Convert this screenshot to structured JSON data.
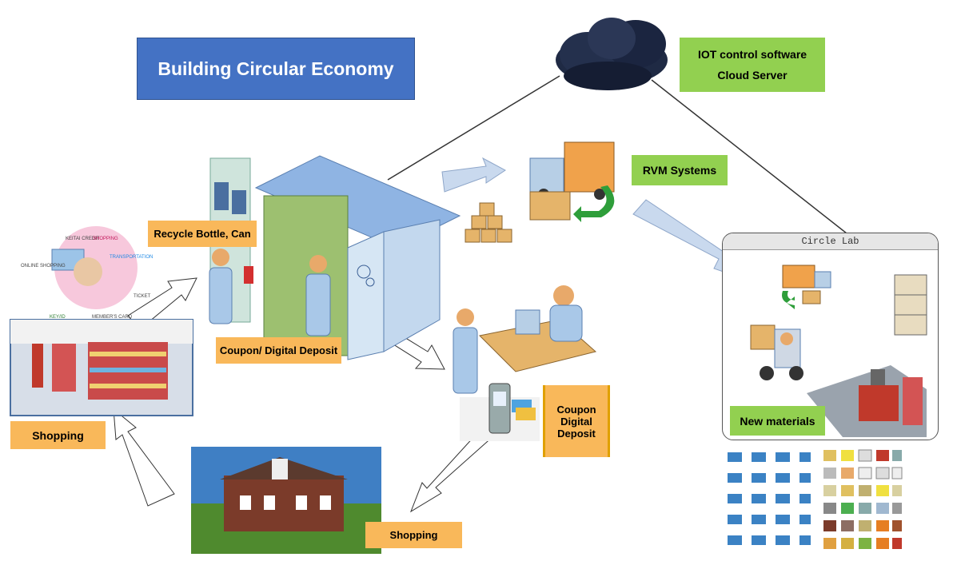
{
  "title": "Building Circular Economy",
  "labels": {
    "iot_line1": "IOT control software",
    "iot_line2": "Cloud  Server",
    "rvm": "RVM Systems",
    "recycle": "Recycle Bottle, Can",
    "coupon_deposit": "Coupon/ Digital Deposit",
    "coupon_line1": "Coupon",
    "coupon_line2": "Digital",
    "coupon_line3": "Deposit",
    "shopping_left": "Shopping",
    "shopping_bottom": "Shopping",
    "new_materials": "New materials",
    "circle_lab": "Circle Lab"
  },
  "payment_ring": [
    "KEITAI CREDIT",
    "SHOPPING",
    "ONLINE SHOPPING",
    "TRANSPORTATION",
    "TICKET",
    "KEY/ID",
    "MEMBER'S CARD"
  ],
  "colors": {
    "title_bg": "#4472c4",
    "label_green": "#92d050",
    "label_orange": "#f9b85a",
    "arrow_fill": "#c9d9ee"
  }
}
